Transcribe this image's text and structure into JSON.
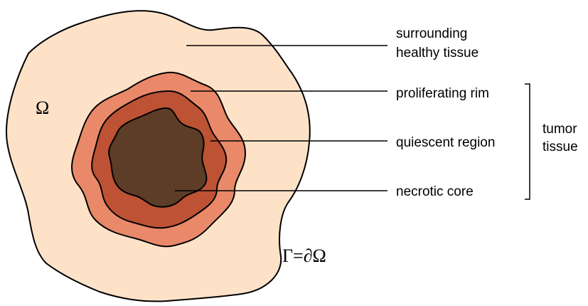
{
  "regions": {
    "domain": {
      "symbol": "Ω",
      "color": "#fde2c8"
    },
    "proliferating": {
      "color": "#e9896a"
    },
    "quiescent": {
      "color": "#bd5334"
    },
    "necrotic": {
      "color": "#5d3d27"
    }
  },
  "labels": {
    "healthy_line1": "surrounding",
    "healthy_line2": "healthy tissue",
    "proliferating": "proliferating rim",
    "quiescent": "quiescent region",
    "necrotic": "necrotic core",
    "tumor_line1": "tumor",
    "tumor_line2": "tissue"
  },
  "boundary": {
    "symbol": "Γ=∂Ω"
  }
}
